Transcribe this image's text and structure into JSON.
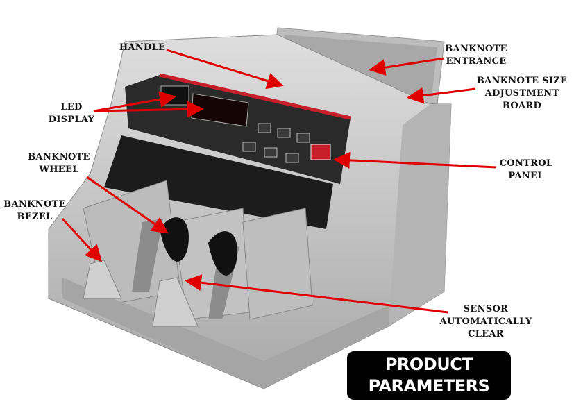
{
  "labels": {
    "handle": [
      "HANDLE"
    ],
    "entrance": [
      "BANKNOTE",
      "ENTRANCE"
    ],
    "size_board": [
      "BANKNOTE SIZE",
      "ADJUSTMENT",
      "BOARD"
    ],
    "led": [
      "LED",
      "DISPLAY"
    ],
    "wheel": [
      "BANKNOTE",
      "WHEEL"
    ],
    "control": [
      "CONTROL",
      "PANEL"
    ],
    "bezel": [
      "BANKNOTE",
      "BEZEL"
    ],
    "sensor": [
      "SENSOR",
      "AUTOMATICALLY",
      "CLEAR"
    ]
  },
  "button": [
    "PRODUCT",
    "PARAMETERS"
  ],
  "colors": {
    "arrow": "#e00000",
    "body": "#c9c9c9",
    "panel": "#2a2a2a",
    "accent": "#c8202a"
  }
}
